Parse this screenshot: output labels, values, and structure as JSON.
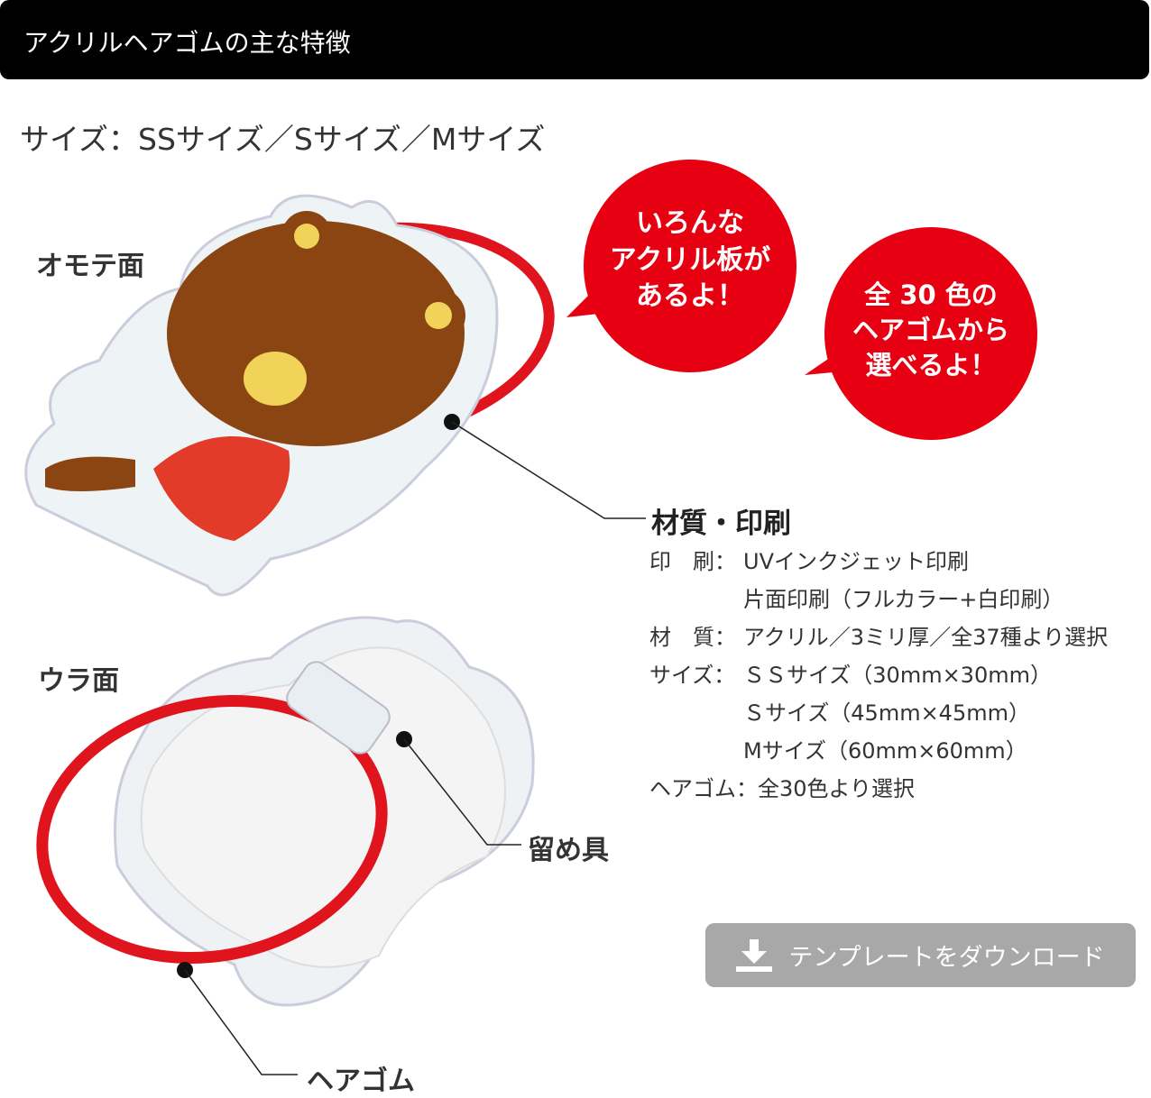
{
  "header": {
    "title": "アクリルヘアゴムの主な特徴"
  },
  "sizes_line": "サイズ：SSサイズ／Sサイズ／Mサイズ",
  "labels": {
    "front": "オモテ面",
    "back": "ウラ面",
    "clasp": "留め具",
    "hair_tie": "ヘアゴム"
  },
  "bubbles": [
    {
      "text": "いろんな\nアクリル板が\nあるよ！"
    },
    {
      "text": "全 30 色の\nヘアゴムから\n選べるよ！"
    }
  ],
  "spec": {
    "title": "材質・印刷",
    "rows": [
      {
        "key": "印　刷：",
        "value": "UVインクジェット印刷"
      },
      {
        "key": "",
        "value": "片面印刷（フルカラー+白印刷）"
      },
      {
        "key": "材　質：",
        "value": "アクリル／3ミリ厚／全37種より選択"
      },
      {
        "key": "サイズ：",
        "value": "ＳＳサイズ（30mm×30mm）"
      },
      {
        "key": "",
        "value": "Ｓサイズ（45mm×45mm）"
      },
      {
        "key": "",
        "value": "Mサイズ（60mm×60mm）"
      },
      {
        "key": "ヘアゴム：",
        "value": "全30色より選択"
      }
    ]
  },
  "download_button": {
    "label": "テンプレートをダウンロード",
    "icon": "download-icon"
  },
  "colors": {
    "accent_red": "#e60012",
    "header_bg": "#000000",
    "button_bg": "#a8a8a8"
  }
}
